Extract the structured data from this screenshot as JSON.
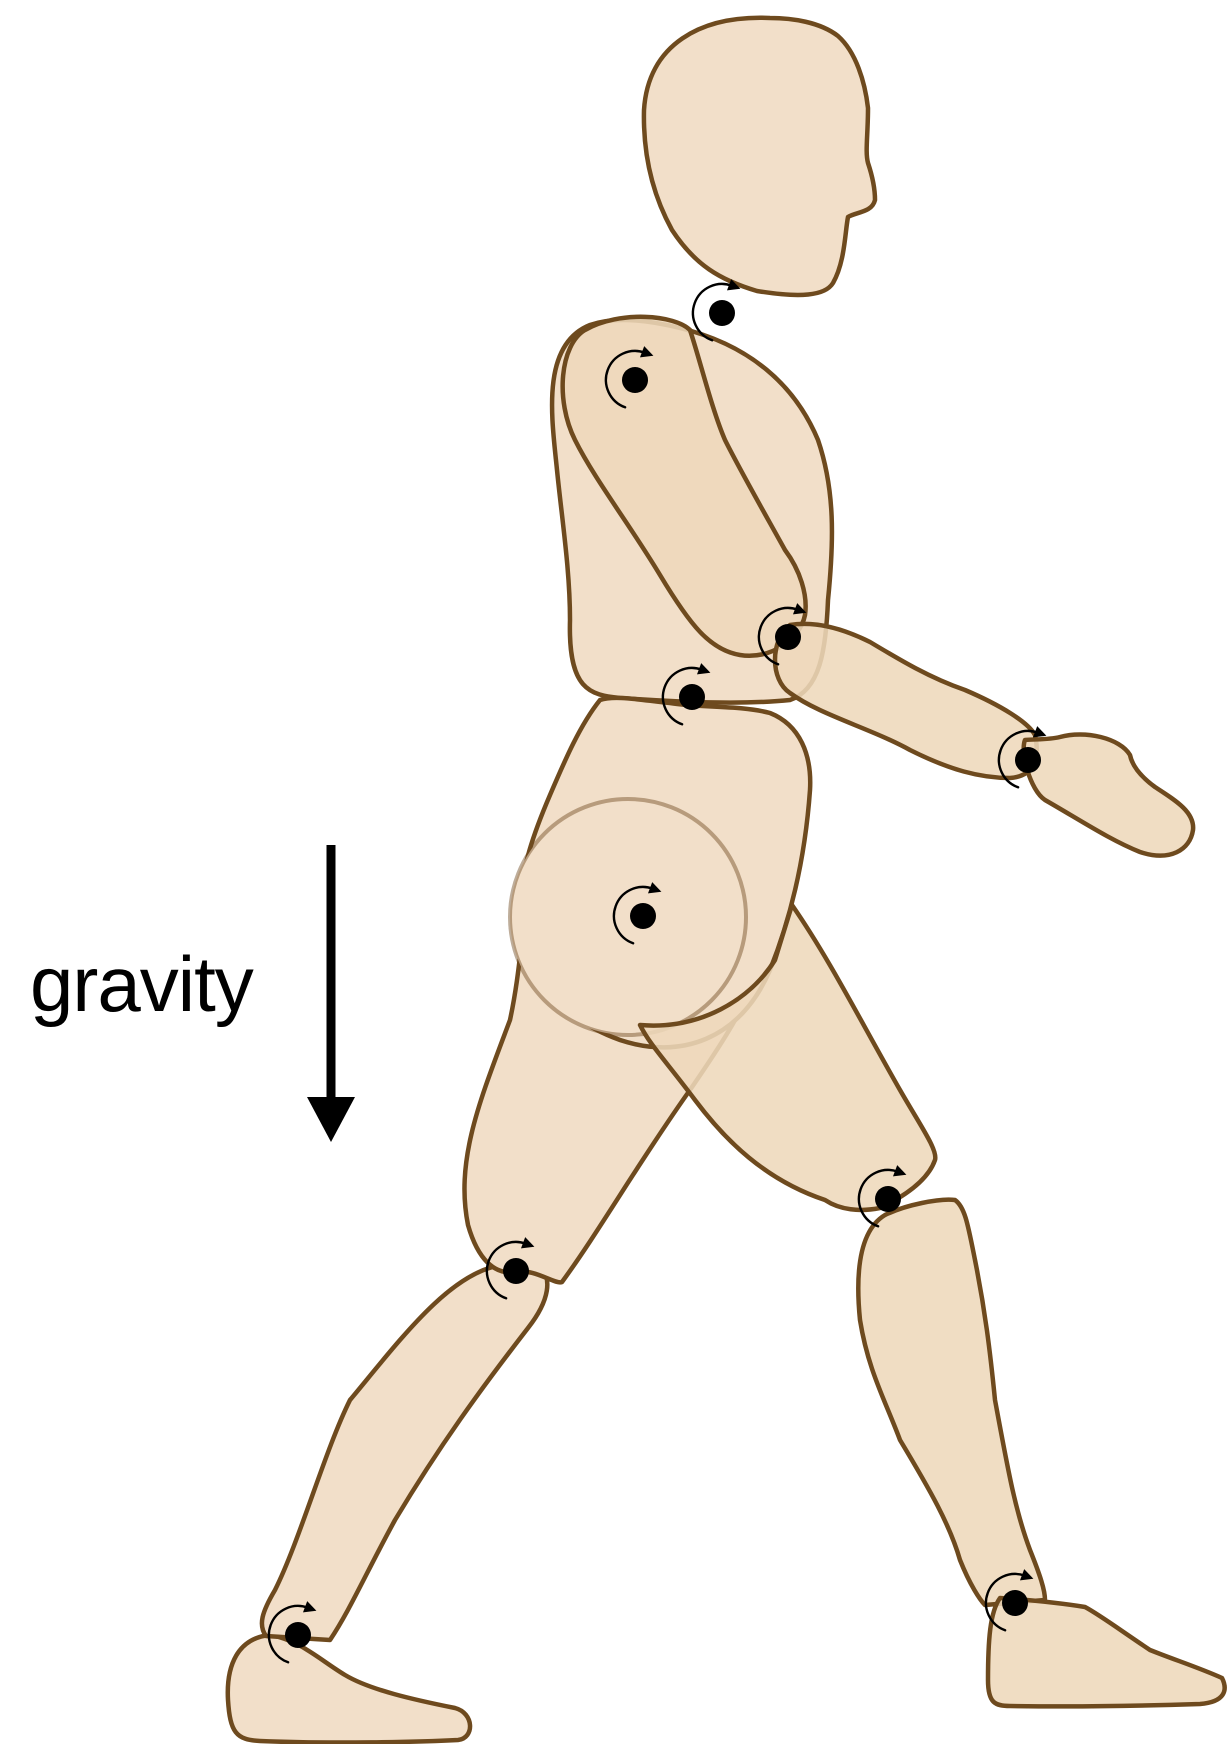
{
  "label": {
    "gravity": "gravity"
  },
  "colors": {
    "body_fill": "#f2dfc9",
    "body_fill_front": "#eed8bb",
    "outline": "#6e4a1e",
    "joint": "#000000",
    "arrow": "#000000",
    "background": "#ffffff"
  },
  "body_parts": [
    "head",
    "torso",
    "upper-arm",
    "forearm",
    "hand",
    "pelvis",
    "back-thigh",
    "back-shin",
    "back-foot",
    "front-thigh",
    "front-shin",
    "front-foot"
  ],
  "joints": [
    "neck",
    "shoulder",
    "elbow",
    "wrist",
    "waist",
    "hip",
    "back-knee",
    "back-ankle",
    "front-knee",
    "front-ankle"
  ],
  "icons": {
    "joint": "rotation-joint-icon",
    "gravity": "down-arrow-icon"
  }
}
